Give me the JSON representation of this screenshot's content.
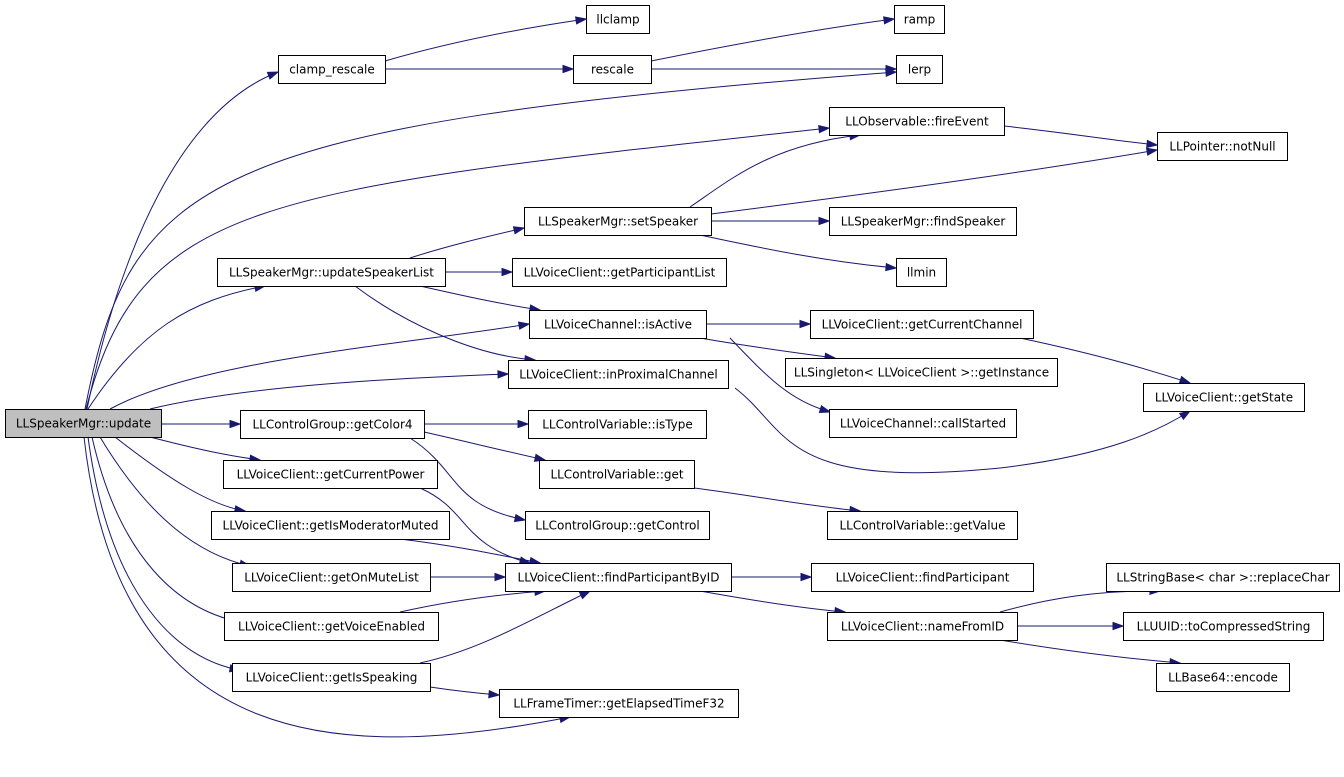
{
  "colors": {
    "edge": "#191970",
    "root_fill": "#bfbfbf",
    "node_fill": "#ffffff",
    "node_border": "#000000"
  },
  "graph": {
    "nodes": [
      {
        "id": "update",
        "label": "LLSpeakerMgr::update",
        "root": true
      },
      {
        "id": "llclamp",
        "label": "llclamp"
      },
      {
        "id": "ramp",
        "label": "ramp"
      },
      {
        "id": "clamp_rescale",
        "label": "clamp_rescale"
      },
      {
        "id": "rescale",
        "label": "rescale"
      },
      {
        "id": "lerp",
        "label": "lerp"
      },
      {
        "id": "fireEvent",
        "label": "LLObservable::fireEvent"
      },
      {
        "id": "notNull",
        "label": "LLPointer::notNull"
      },
      {
        "id": "setSpeaker",
        "label": "LLSpeakerMgr::setSpeaker"
      },
      {
        "id": "findSpeaker",
        "label": "LLSpeakerMgr::findSpeaker"
      },
      {
        "id": "updateSpeakerList",
        "label": "LLSpeakerMgr::updateSpeakerList"
      },
      {
        "id": "getParticipantList",
        "label": "LLVoiceClient::getParticipantList"
      },
      {
        "id": "llmin",
        "label": "llmin"
      },
      {
        "id": "isActive",
        "label": "LLVoiceChannel::isActive"
      },
      {
        "id": "getCurrentChannel",
        "label": "LLVoiceClient::getCurrentChannel"
      },
      {
        "id": "getInstance",
        "label": "LLSingleton< LLVoiceClient >::getInstance"
      },
      {
        "id": "inProximalChannel",
        "label": "LLVoiceClient::inProximalChannel"
      },
      {
        "id": "getState",
        "label": "LLVoiceClient::getState"
      },
      {
        "id": "callStarted",
        "label": "LLVoiceChannel::callStarted"
      },
      {
        "id": "getColor4",
        "label": "LLControlGroup::getColor4"
      },
      {
        "id": "isType",
        "label": "LLControlVariable::isType"
      },
      {
        "id": "getCurrentPower",
        "label": "LLVoiceClient::getCurrentPower"
      },
      {
        "id": "cvget",
        "label": "LLControlVariable::get"
      },
      {
        "id": "getIsModeratorMuted",
        "label": "LLVoiceClient::getIsModeratorMuted"
      },
      {
        "id": "getControl",
        "label": "LLControlGroup::getControl"
      },
      {
        "id": "getValue",
        "label": "LLControlVariable::getValue"
      },
      {
        "id": "getOnMuteList",
        "label": "LLVoiceClient::getOnMuteList"
      },
      {
        "id": "findParticipantByID",
        "label": "LLVoiceClient::findParticipantByID"
      },
      {
        "id": "findParticipant",
        "label": "LLVoiceClient::findParticipant"
      },
      {
        "id": "replaceChar",
        "label": "LLStringBase< char >::replaceChar"
      },
      {
        "id": "getVoiceEnabled",
        "label": "LLVoiceClient::getVoiceEnabled"
      },
      {
        "id": "nameFromID",
        "label": "LLVoiceClient::nameFromID"
      },
      {
        "id": "toCompressedString",
        "label": "LLUUID::toCompressedString"
      },
      {
        "id": "getIsSpeaking",
        "label": "LLVoiceClient::getIsSpeaking"
      },
      {
        "id": "encode",
        "label": "LLBase64::encode"
      },
      {
        "id": "getElapsedTimeF32",
        "label": "LLFrameTimer::getElapsedTimeF32"
      }
    ],
    "edges": [
      {
        "from": "update",
        "to": "clamp_rescale"
      },
      {
        "from": "update",
        "to": "lerp"
      },
      {
        "from": "update",
        "to": "fireEvent"
      },
      {
        "from": "update",
        "to": "updateSpeakerList"
      },
      {
        "from": "update",
        "to": "isActive"
      },
      {
        "from": "update",
        "to": "inProximalChannel"
      },
      {
        "from": "update",
        "to": "getColor4"
      },
      {
        "from": "update",
        "to": "getCurrentPower"
      },
      {
        "from": "update",
        "to": "getIsModeratorMuted"
      },
      {
        "from": "update",
        "to": "getOnMuteList"
      },
      {
        "from": "update",
        "to": "getVoiceEnabled"
      },
      {
        "from": "update",
        "to": "getIsSpeaking"
      },
      {
        "from": "update",
        "to": "getElapsedTimeF32"
      },
      {
        "from": "clamp_rescale",
        "to": "llclamp"
      },
      {
        "from": "clamp_rescale",
        "to": "rescale"
      },
      {
        "from": "rescale",
        "to": "ramp"
      },
      {
        "from": "rescale",
        "to": "lerp"
      },
      {
        "from": "fireEvent",
        "to": "notNull"
      },
      {
        "from": "setSpeaker",
        "to": "fireEvent"
      },
      {
        "from": "setSpeaker",
        "to": "notNull"
      },
      {
        "from": "setSpeaker",
        "to": "findSpeaker"
      },
      {
        "from": "setSpeaker",
        "to": "llmin"
      },
      {
        "from": "updateSpeakerList",
        "to": "setSpeaker"
      },
      {
        "from": "updateSpeakerList",
        "to": "getParticipantList"
      },
      {
        "from": "updateSpeakerList",
        "to": "isActive"
      },
      {
        "from": "updateSpeakerList",
        "to": "inProximalChannel"
      },
      {
        "from": "isActive",
        "to": "getCurrentChannel"
      },
      {
        "from": "isActive",
        "to": "getInstance"
      },
      {
        "from": "isActive",
        "to": "callStarted"
      },
      {
        "from": "getCurrentChannel",
        "to": "getState"
      },
      {
        "from": "inProximalChannel",
        "to": "getState"
      },
      {
        "from": "getColor4",
        "to": "isType"
      },
      {
        "from": "getColor4",
        "to": "cvget"
      },
      {
        "from": "getColor4",
        "to": "getControl"
      },
      {
        "from": "cvget",
        "to": "getValue"
      },
      {
        "from": "getCurrentPower",
        "to": "findParticipantByID"
      },
      {
        "from": "getIsModeratorMuted",
        "to": "findParticipantByID"
      },
      {
        "from": "getOnMuteList",
        "to": "findParticipantByID"
      },
      {
        "from": "getVoiceEnabled",
        "to": "findParticipantByID"
      },
      {
        "from": "getIsSpeaking",
        "to": "findParticipantByID"
      },
      {
        "from": "getIsSpeaking",
        "to": "getElapsedTimeF32"
      },
      {
        "from": "findParticipantByID",
        "to": "findParticipant"
      },
      {
        "from": "findParticipantByID",
        "to": "nameFromID"
      },
      {
        "from": "nameFromID",
        "to": "replaceChar"
      },
      {
        "from": "nameFromID",
        "to": "toCompressedString"
      },
      {
        "from": "nameFromID",
        "to": "encode"
      }
    ]
  }
}
